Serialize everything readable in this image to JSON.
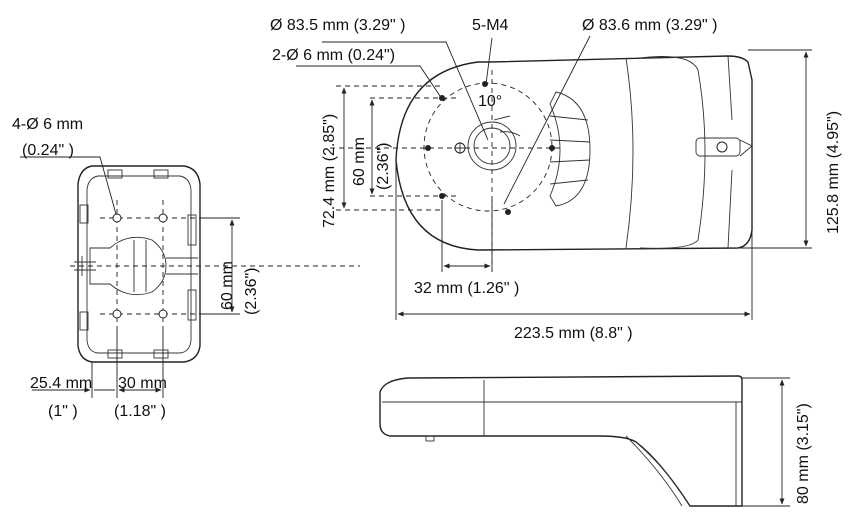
{
  "labels": {
    "four_hole_line1": "4-Ø 6 mm",
    "four_hole_line2": "(0.24\" )",
    "side_60_mm": "60 mm",
    "side_60_in": "(2.36\")",
    "dim_25_4_mm": "25.4 mm",
    "dim_1_in": "(1\" )",
    "dim_30_mm": "30 mm",
    "dim_1_18_in": "(1.18\" )",
    "phi_83_5": "Ø 83.5 mm (3.29\" )",
    "m4": "5-M4",
    "phi_83_6": "Ø 83.6 mm (3.29\" )",
    "two_hole": "2-Ø 6 mm (0.24\")",
    "angle": "10°",
    "dim_72_4": "72.4 mm (2.85\")",
    "dim_60_mm": "60 mm",
    "dim_2_36": "(2.36\")",
    "dim_32": "32 mm (1.26\" )",
    "dim_223_5": "223.5 mm (8.8\" )",
    "dim_125_8": "125.8 mm (4.95\")",
    "dim_80": "80 mm (3.15\")"
  }
}
